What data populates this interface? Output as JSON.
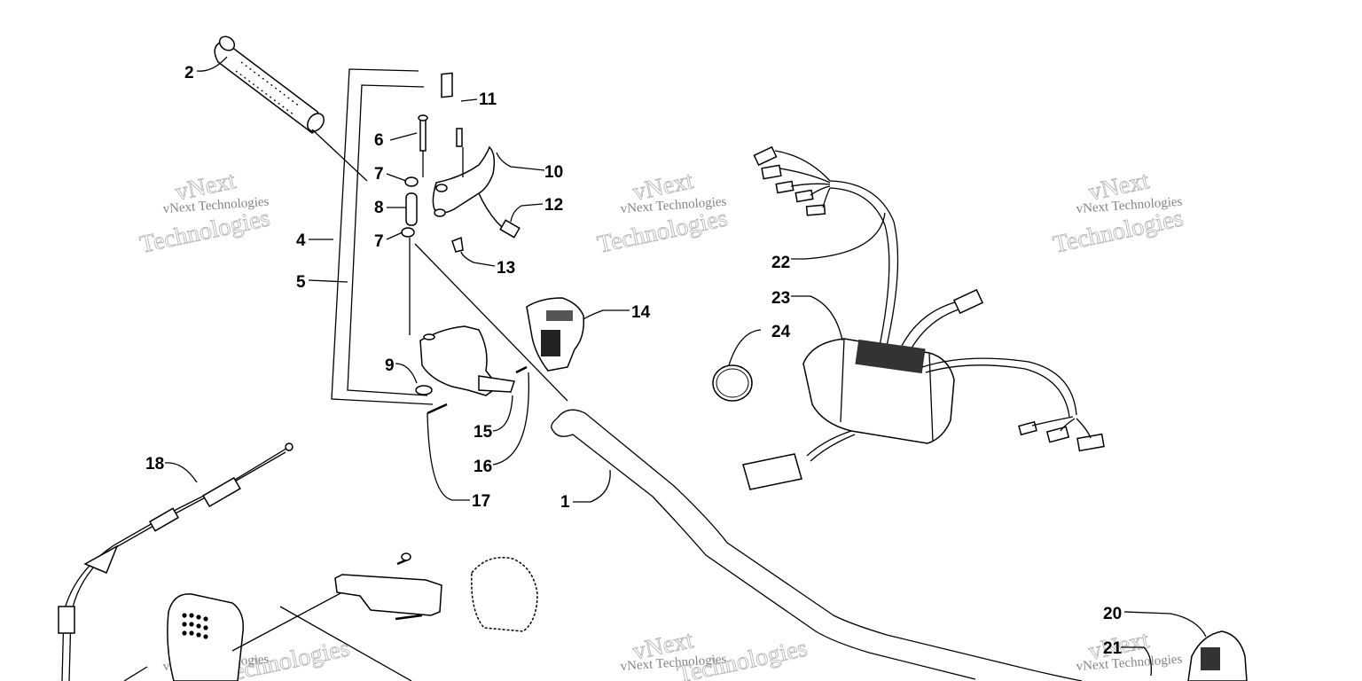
{
  "watermark": {
    "line1": "vNext Technologies",
    "line2": "vNext",
    "line3": "Technologies"
  },
  "callouts": [
    "1",
    "2",
    "4",
    "5",
    "6",
    "7",
    "7",
    "8",
    "9",
    "10",
    "11",
    "12",
    "13",
    "14",
    "15",
    "16",
    "17",
    "18",
    "20",
    "21",
    "22",
    "23",
    "24"
  ]
}
